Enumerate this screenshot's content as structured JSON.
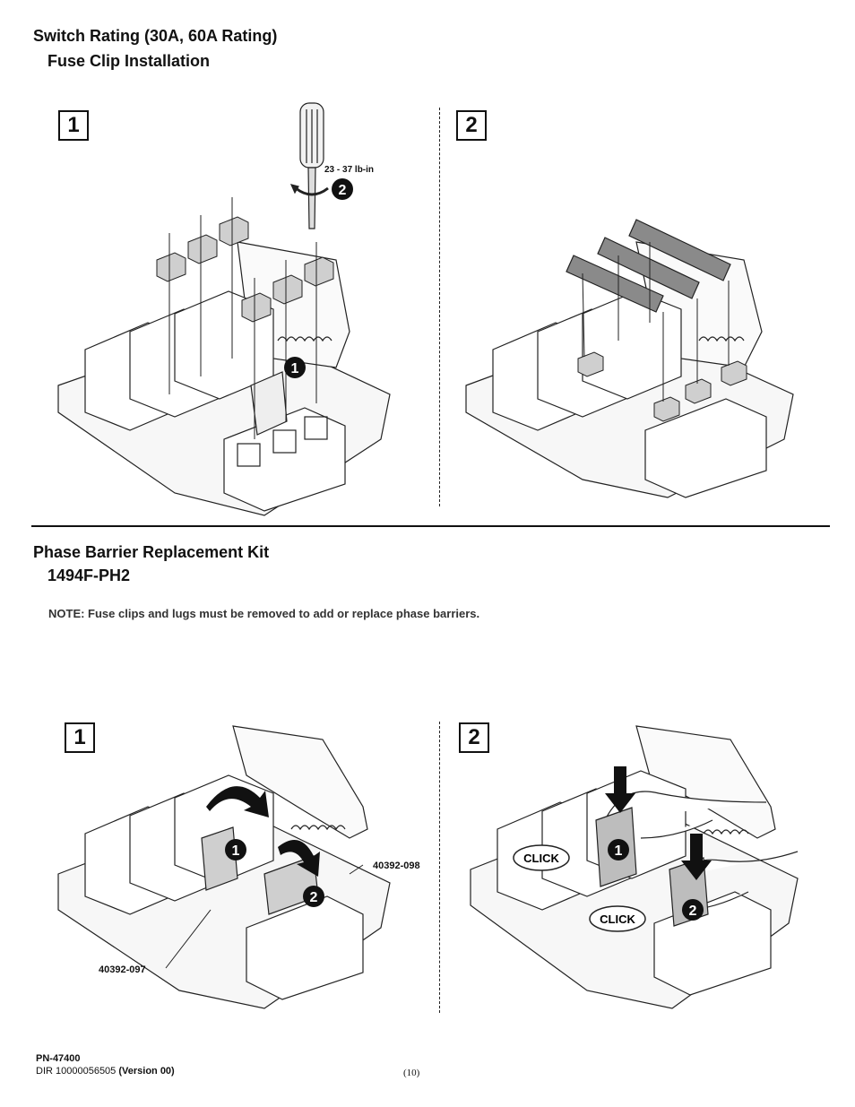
{
  "section1": {
    "title": "Switch Rating (30A, 60A Rating)",
    "subtitle": "Fuse Clip Installation",
    "step1_label": "1",
    "step2_label": "2",
    "torque": "23 - 37 lb-in",
    "badge_1": "1",
    "badge_2": "2"
  },
  "section2": {
    "title": "Phase Barrier Replacement Kit",
    "subtitle": "1494F-PH2",
    "note": "NOTE: Fuse clips and lugs must be removed to add or replace phase barriers.",
    "step1_label": "1",
    "step2_label": "2",
    "part_a": "40392-098",
    "part_b": "40392-097",
    "click_1": "CLICK",
    "click_2": "CLICK",
    "badge_1": "1",
    "badge_2": "2"
  },
  "footer": {
    "pn": "PN-47400",
    "dir": "DIR 10000056505",
    "version": "(Version 00)",
    "page": "(10)"
  },
  "colors": {
    "line": "#222222",
    "fuse": "#8a8a8a",
    "part": "#cfcfcf",
    "badge": "#111111"
  }
}
